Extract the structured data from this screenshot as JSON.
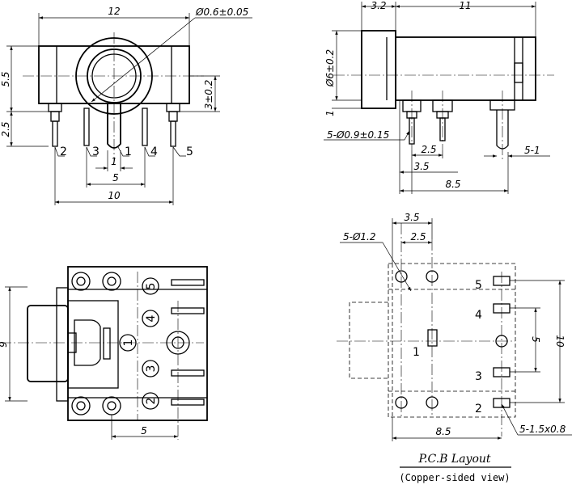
{
  "front_view": {
    "dims": {
      "width": "12",
      "hole_dia": "Ø0.6±0.05",
      "height": "5.5",
      "pin_len": "2.5",
      "pin_offset": "3±0.2",
      "pitch_small": "1",
      "pitch_5": "5",
      "total_10": "10"
    },
    "pins": [
      "2",
      "3",
      "1",
      "4",
      "5"
    ]
  },
  "side_view": {
    "dims": {
      "flange": "3.2",
      "body": "11",
      "dia": "Ø6±0.2",
      "flange_h": "1",
      "hole_pins": "5-Ø0.9±0.15",
      "d25": "2.5",
      "d35": "3.5",
      "d85": "8.5",
      "pin_w": "5-1"
    }
  },
  "bottom_view": {
    "dims": {
      "h9": "9",
      "d5": "5"
    },
    "circle_pins": [
      "5",
      "4",
      "1",
      "3",
      "2"
    ]
  },
  "pcb_layout": {
    "dims": {
      "d35": "3.5",
      "d25": "2.5",
      "holes": "5-Ø1.2",
      "d5": "5",
      "d10": "10",
      "d85": "8.5",
      "pads": "5-1.5x0.8"
    },
    "pad_labels": [
      "5",
      "4",
      "1",
      "3",
      "2"
    ],
    "title": "P.C.B Layout",
    "subtitle": "(Copper-sided view)"
  }
}
